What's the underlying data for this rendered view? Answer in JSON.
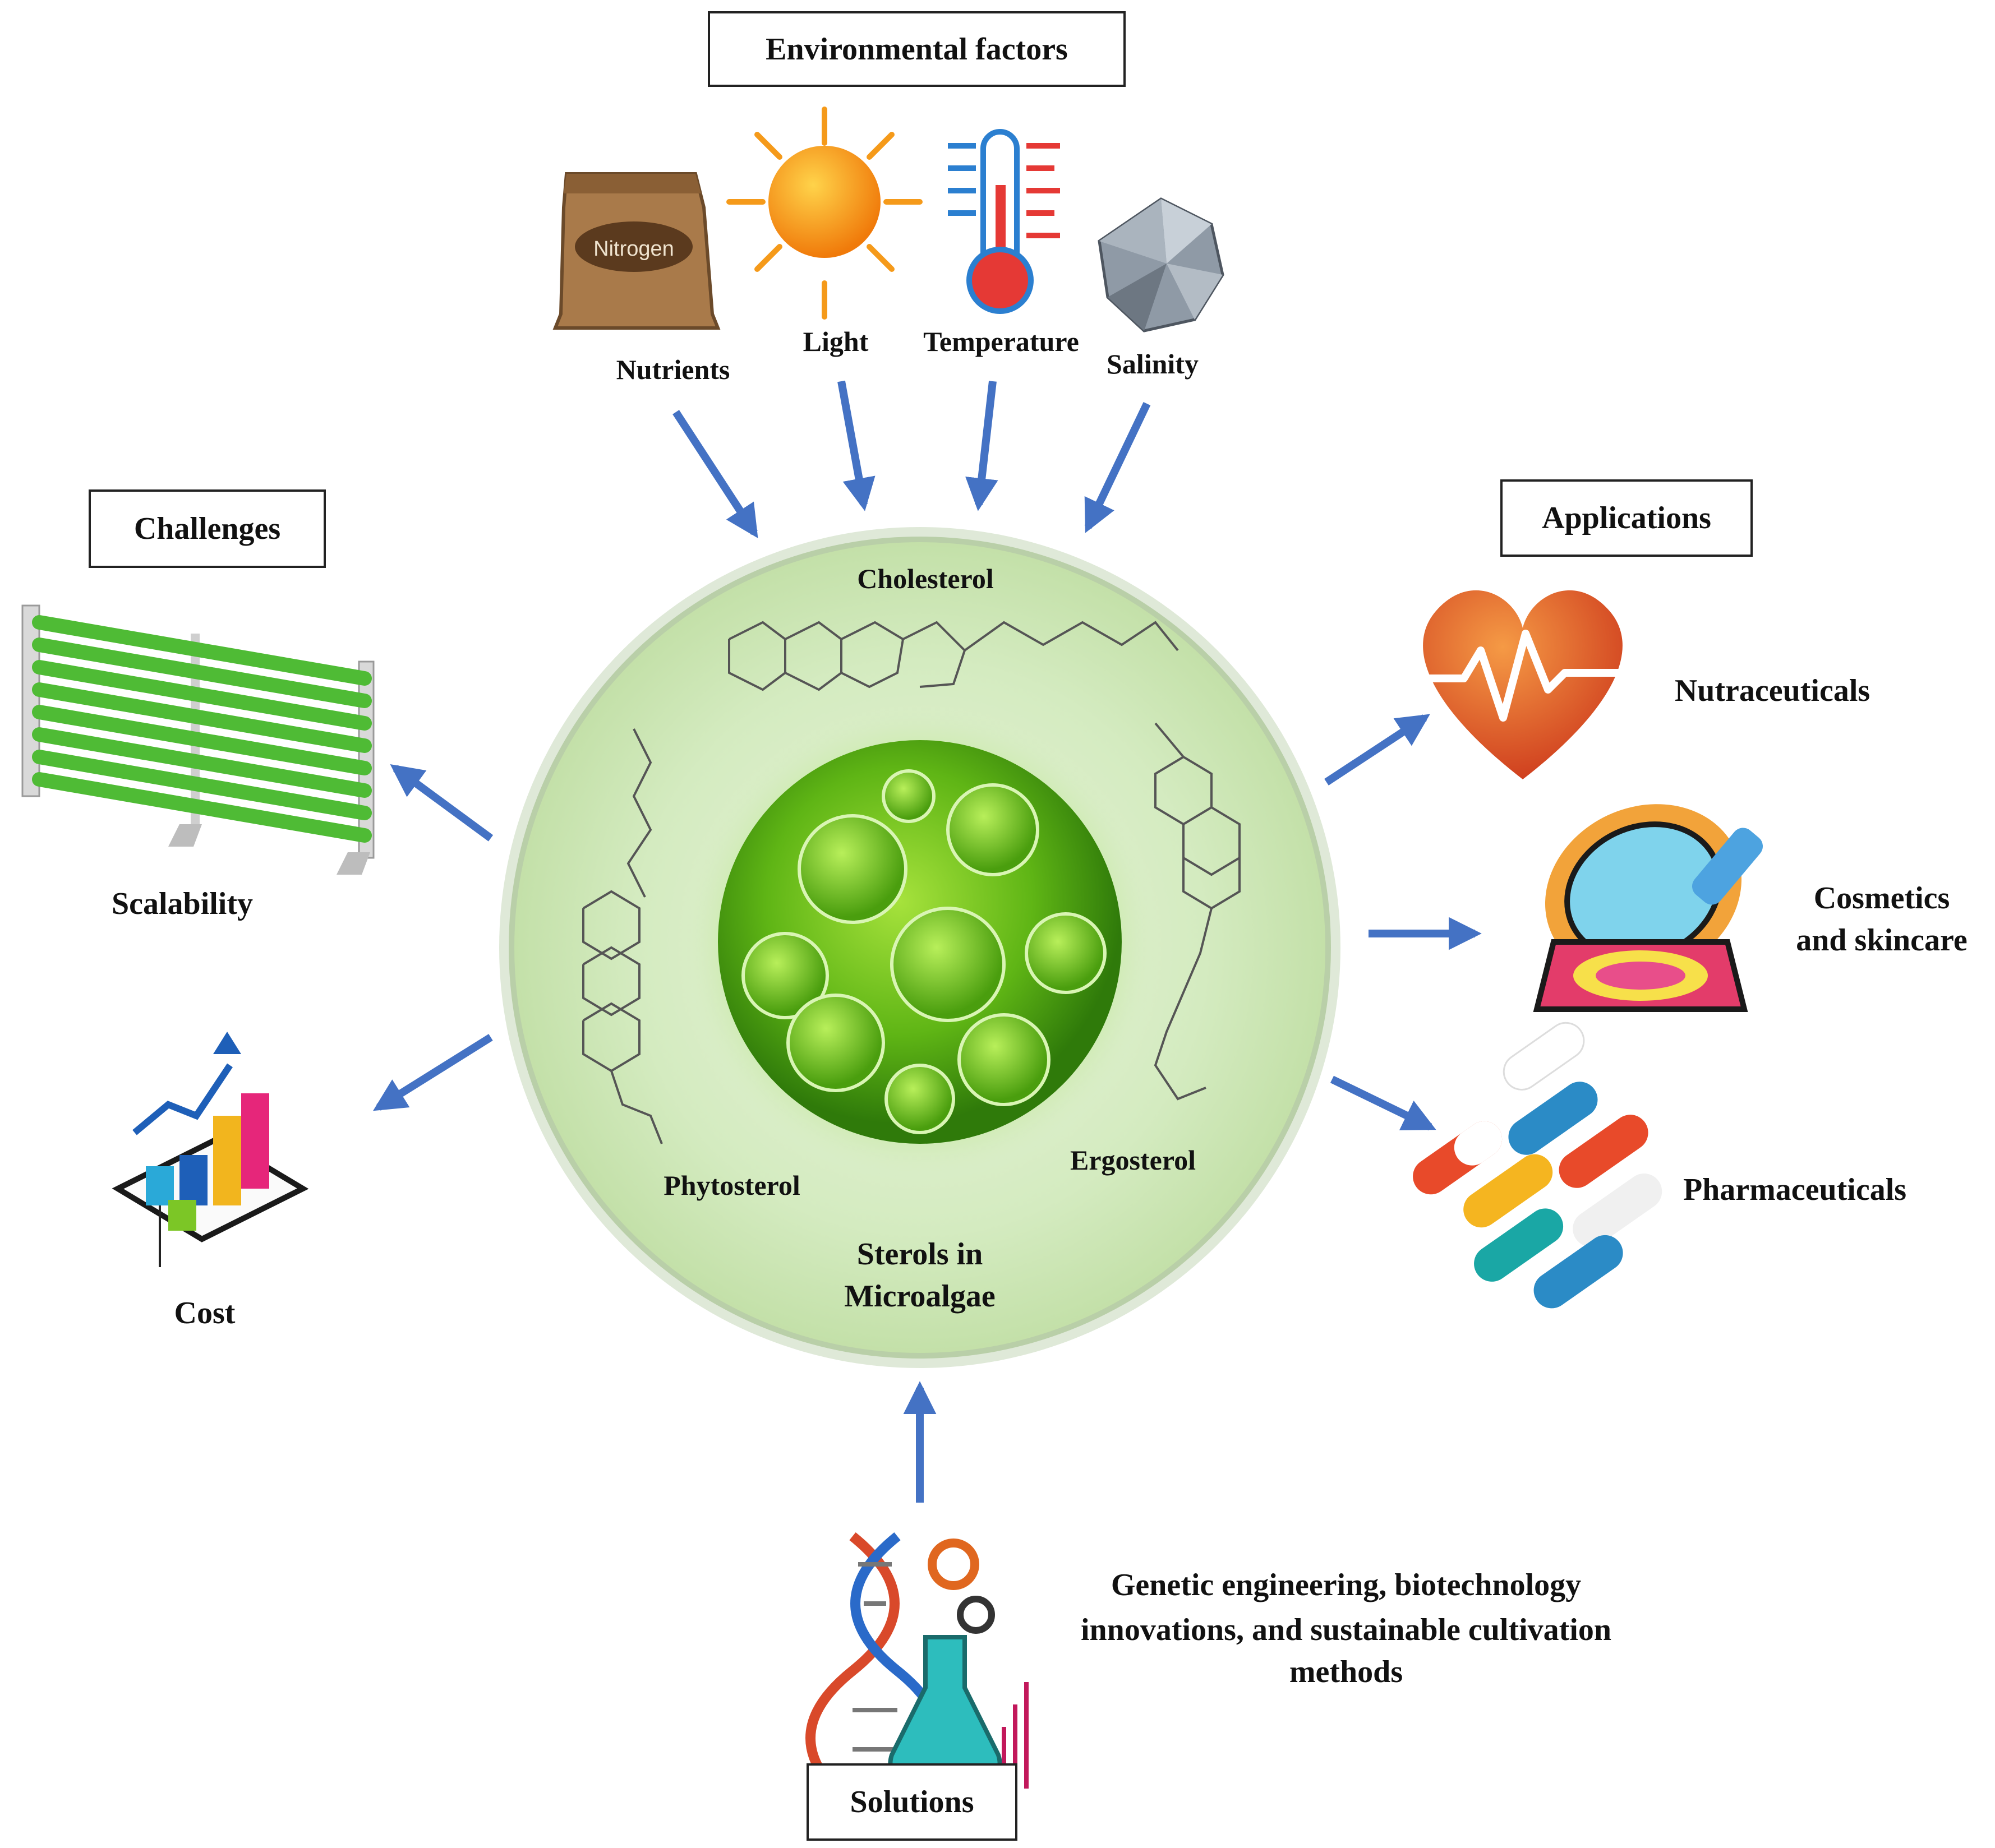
{
  "headers": {
    "environmental": "Environmental factors",
    "challenges": "Challenges",
    "applications": "Applications",
    "solutions": "Solutions"
  },
  "environmental_factors": {
    "nutrients": "Nutrients",
    "nutrient_bag_text": "Nitrogen",
    "light": "Light",
    "temperature": "Temperature",
    "salinity": "Salinity"
  },
  "sterols": {
    "cholesterol": "Cholesterol",
    "phytosterol": "Phytosterol",
    "ergosterol": "Ergosterol",
    "center_line1": "Sterols in",
    "center_line2": "Microalgae"
  },
  "challenges": {
    "scalability": "Scalability",
    "cost": "Cost"
  },
  "applications": {
    "nutraceuticals": "Nutraceuticals",
    "cosmetics_line1": "Cosmetics",
    "cosmetics_line2": "and skincare",
    "pharmaceuticals": "Pharmaceuticals"
  },
  "solutions": {
    "line1": "Genetic engineering, biotechnology",
    "line2": "innovations, and sustainable cultivation",
    "line3": "methods"
  },
  "colors": {
    "arrow": "#4472C4",
    "cell_outer": "#cfe8b8",
    "cell_core": "#6fc21d",
    "heart": "#e2572a"
  }
}
